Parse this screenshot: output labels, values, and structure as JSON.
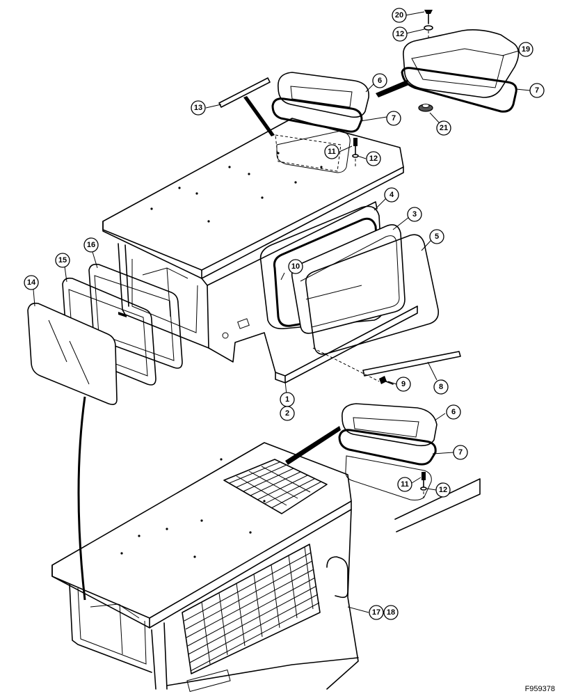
{
  "figure": {
    "id": "F959378"
  },
  "callouts": [
    {
      "n": "20"
    },
    {
      "n": "12"
    },
    {
      "n": "19"
    },
    {
      "n": "7"
    },
    {
      "n": "21"
    },
    {
      "n": "6"
    },
    {
      "n": "7"
    },
    {
      "n": "13"
    },
    {
      "n": "11"
    },
    {
      "n": "12"
    },
    {
      "n": "4"
    },
    {
      "n": "3"
    },
    {
      "n": "5"
    },
    {
      "n": "10"
    },
    {
      "n": "16"
    },
    {
      "n": "15"
    },
    {
      "n": "14"
    },
    {
      "n": "9"
    },
    {
      "n": "8"
    },
    {
      "n": "1"
    },
    {
      "n": "2"
    },
    {
      "n": "6"
    },
    {
      "n": "7"
    },
    {
      "n": "11"
    },
    {
      "n": "12"
    },
    {
      "n": "17"
    },
    {
      "n": "18"
    }
  ]
}
